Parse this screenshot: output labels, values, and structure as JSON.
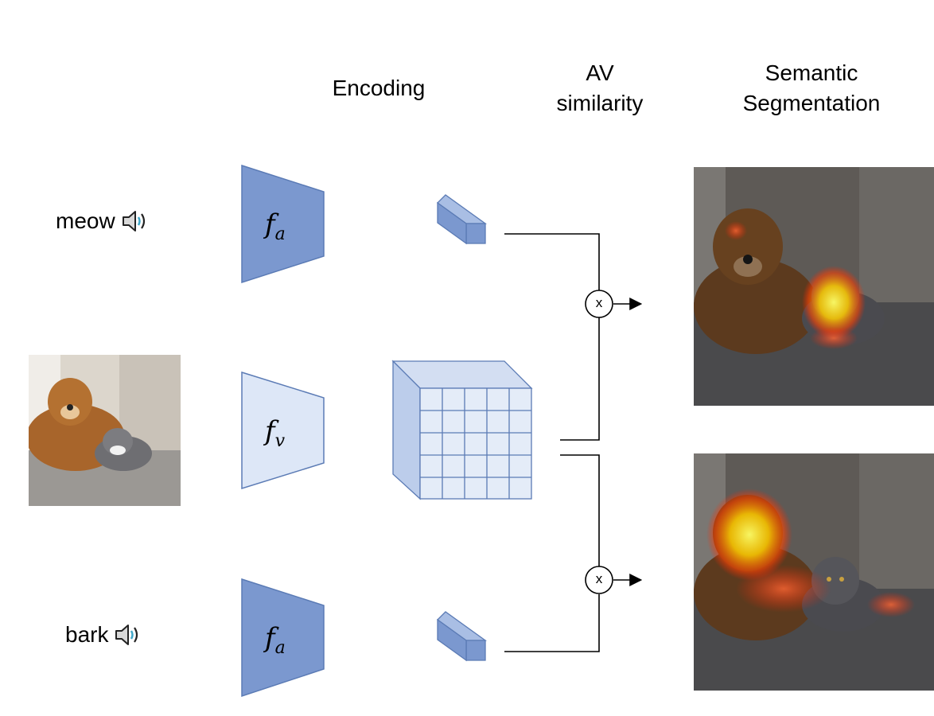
{
  "headers": {
    "encoding": "Encoding",
    "av_similarity_line1": "AV",
    "av_similarity_line2": "similarity",
    "segmentation_line1": "Semantic",
    "segmentation_line2": "Segmentation"
  },
  "audio_inputs": [
    {
      "label": "meow",
      "icon": "speaker-icon"
    },
    {
      "label": "bark",
      "icon": "speaker-icon"
    }
  ],
  "encoders": {
    "audio": {
      "symbol": "f",
      "subscript": "a"
    },
    "visual": {
      "symbol": "f",
      "subscript": "v"
    }
  },
  "operators": {
    "multiply": "x"
  },
  "colors": {
    "audio_encoder": "#7b98cf",
    "visual_encoder": "#dde7f7",
    "stroke": "#5b7bb5",
    "grid_face": "#e4ecf8",
    "heat": "#ffcc00"
  }
}
